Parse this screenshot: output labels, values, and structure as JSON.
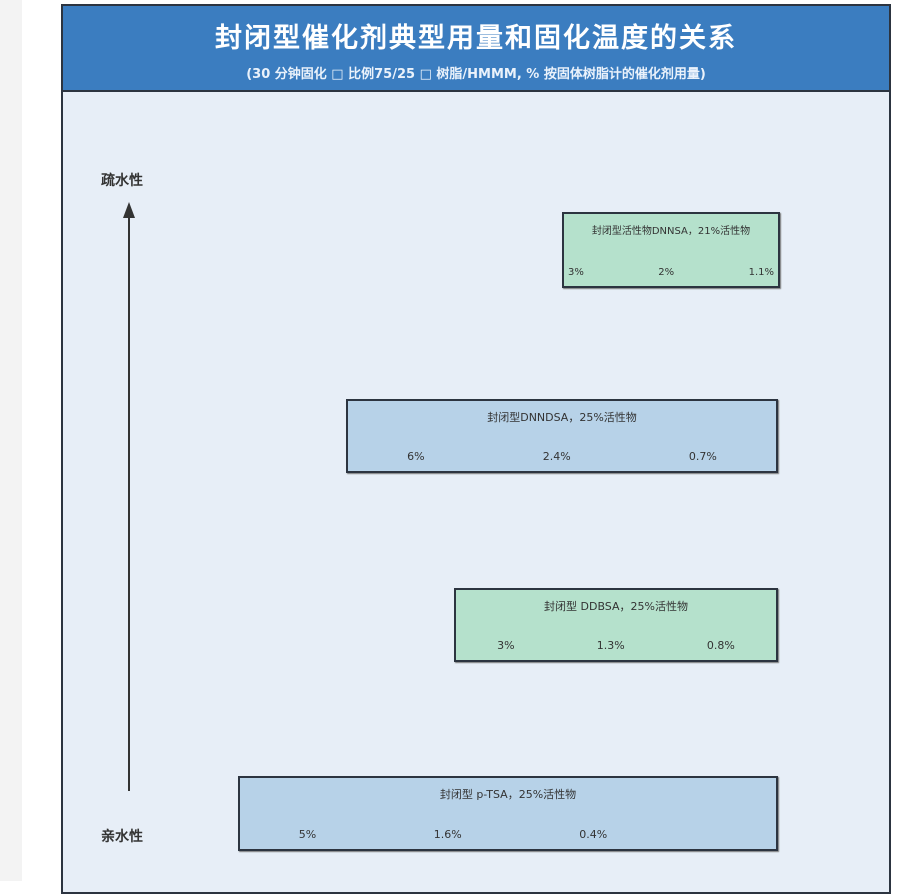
{
  "header": {
    "title": "封闭型催化剂典型用量和固化温度的关系",
    "subtitle": "(30 分钟固化 □ 比例75/25 □ 树脂/HMMM, % 按固体树脂计的催化剂用量)"
  },
  "axis": {
    "top_label": "疏水性",
    "bottom_label": "亲水性"
  },
  "boxes": [
    {
      "title": "封闭型活性物DNNSA，21%活性物",
      "values": [
        "3%",
        "2%",
        "1.1%"
      ],
      "color": "#b5e1cc"
    },
    {
      "title": "封闭型DNNDSA，25%活性物",
      "values": [
        "6%",
        "2.4%",
        "0.7%"
      ],
      "color": "#b7d2e8"
    },
    {
      "title": "封闭型 DDBSA，25%活性物",
      "values": [
        "3%",
        "1.3%",
        "0.8%"
      ],
      "color": "#b5e1cc"
    },
    {
      "title": "封闭型 p-TSA，25%活性物",
      "values": [
        "5%",
        "1.6%",
        "0.4%"
      ],
      "color": "#b7d2e8"
    }
  ]
}
